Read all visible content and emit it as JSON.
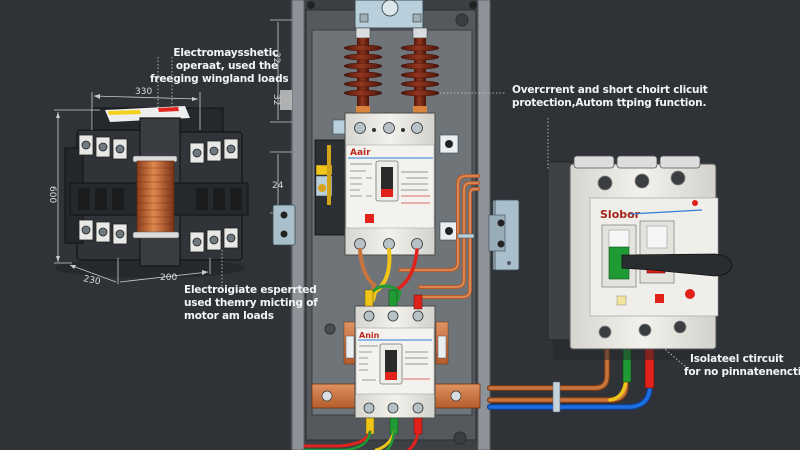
{
  "diagram": {
    "title": "",
    "colors": {
      "background": "#2f3338",
      "panel_frame": "#8d9398",
      "panel_inner": "#6f7479",
      "breaker_body": "#ecebe6",
      "copper": "#c8743f",
      "insulator": "#7a2a1a",
      "wire_red": "#e0221b",
      "wire_green": "#1f9a34",
      "wire_yellow": "#f0c419",
      "wire_blue": "#1c6fe0",
      "accent_blue_line": "#2f7fd6",
      "brand_red": "#c0281e",
      "annotation_text": "#f4f4f4"
    },
    "contactor": {
      "name": "electromagnetic-contactor",
      "dimensions": {
        "width": "330",
        "height": "600",
        "depth": "230",
        "base": "200"
      }
    },
    "panel_dimensions": {
      "upper": "32",
      "middle": "32",
      "lower": "24"
    },
    "breakers": {
      "upper": {
        "brand": "Aair"
      },
      "lower": {
        "brand": "Anin"
      },
      "isolator": {
        "brand": "Slobor"
      }
    },
    "annotations": [
      {
        "id": "contactor-note",
        "lines": [
          "Electromaysshetic",
          "operaat, used the",
          "freeging wingland loads"
        ]
      },
      {
        "id": "overcurrent-note",
        "lines": [
          "Overcrrent and short choirt clicuit",
          "protection,Autom ttping function."
        ]
      },
      {
        "id": "thermal-note",
        "lines": [
          "Electroigiate esperrted",
          "used themry micting of",
          "motor am loads"
        ]
      },
      {
        "id": "isolator-note",
        "lines": [
          "Isolateel ctircuit",
          "for no pinnatenenction."
        ]
      }
    ]
  }
}
